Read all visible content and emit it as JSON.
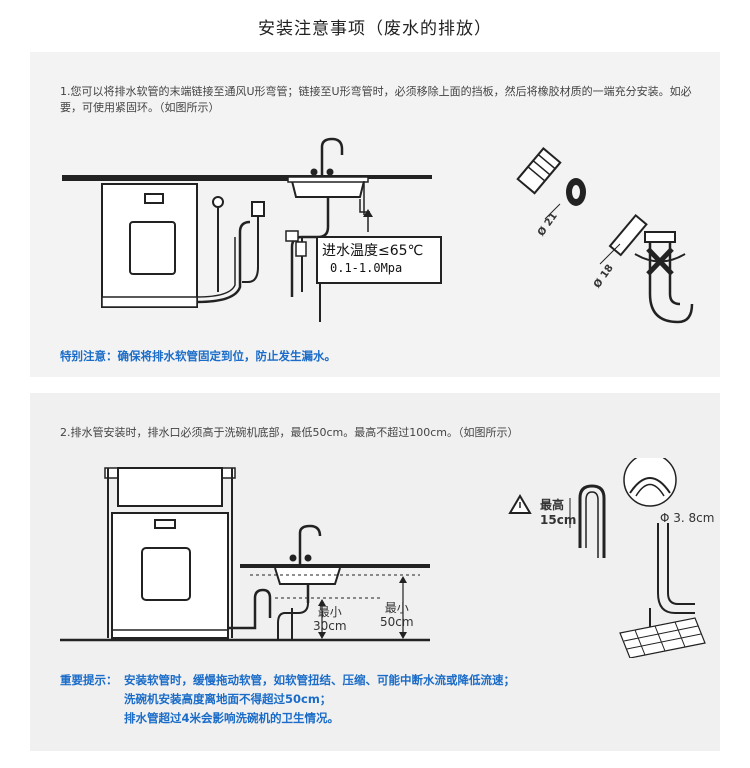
{
  "title": "安装注意事项（废水的排放）",
  "section1": {
    "text": "1.您可以将排水软管的末端链接至通风U形弯管；链接至U形弯管时，必须移除上面的挡板，然后将橡胶材质的一端充分安装。如必要，可使用紧固环。（如图所示）",
    "callout_line1": "进水温度≤65℃",
    "callout_line2": "0.1-1.0Mpa",
    "dim_a": "Ø 21",
    "dim_b": "Ø 18",
    "note": "特别注意：确保将排水软管固定到位，防止发生漏水。"
  },
  "section2": {
    "text": "2.排水管安装时，排水口必须高于洗碗机底部，最低50cm。最高不超过100cm。（如图所示）",
    "min30_label": "最小",
    "min30_value": "30cm",
    "min50_label": "最小",
    "min50_value": "50cm",
    "max_label": "最高",
    "max_value": "15cm",
    "diameter": "Φ 3. 8cm",
    "note_label": "重要提示：",
    "note_lines": [
      "安装软管时，缓慢拖动软管，如软管扭结、压缩、可能中断水流或降低流速；",
      "洗碗机安装高度离地面不得超过50cm；",
      "排水管超过4米会影响洗碗机的卫生情况。"
    ]
  }
}
